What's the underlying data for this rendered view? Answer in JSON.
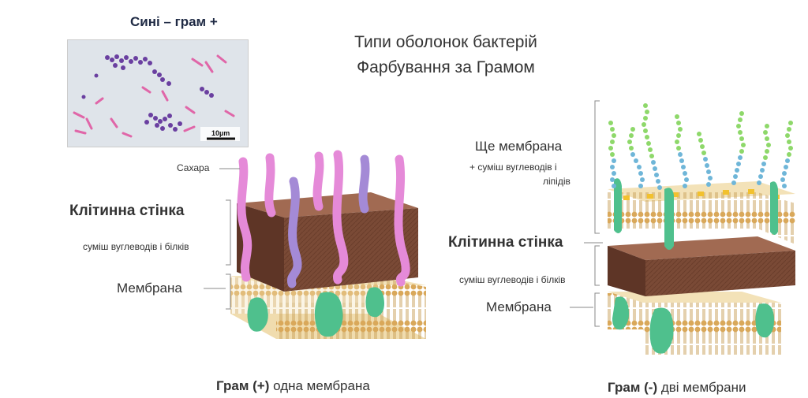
{
  "header": {
    "micro_title": "Сині – грам +",
    "title_line1": "Типи оболонок бактерій",
    "title_line2": "Фарбування за Грамом"
  },
  "micrograph": {
    "scale_label": "10µm"
  },
  "gram_positive": {
    "sugars_label": "Сахара",
    "wall_label": "Клітинна стінка",
    "wall_desc": "суміш вуглеводів і білків",
    "membrane_label": "Мембрана",
    "caption_bold": "Грам (+)",
    "caption_rest": " одна мембрана"
  },
  "gram_negative": {
    "outer_membrane_label": "Ще мембрана",
    "outer_desc_line1": "+ суміш вуглеводів і",
    "outer_desc_line2": "ліпідів",
    "wall_label": "Клітинна стінка",
    "wall_desc": "суміш вуглеводів і білків",
    "membrane_label": "Мембрана",
    "caption_bold": "Грам (-)",
    "caption_rest": " дві мембрани"
  },
  "colors": {
    "wall": "#7a4a36",
    "wall_top": "#a16a52",
    "lipid_head": "#d9a85a",
    "lipid_tail": "#f3e2b8",
    "protein": "#4fc08d",
    "sugar_pink": "#e58ad8",
    "sugar_purple": "#a48ad6",
    "chain_blue": "#6fb6d8",
    "chain_green": "#8ed86a",
    "stain_purple": "#6a3fa0",
    "stain_pink": "#e066a8"
  }
}
